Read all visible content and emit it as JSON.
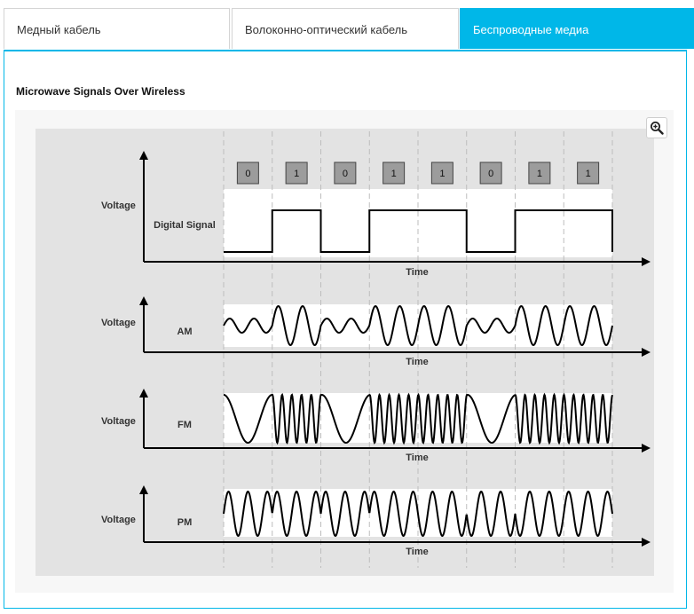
{
  "tabs": [
    {
      "label": "Медный кабель",
      "active": false
    },
    {
      "label": "Волоконно-оптический кабель",
      "active": false
    },
    {
      "label": "Беспроводные медиа",
      "active": true
    }
  ],
  "figure": {
    "title": "Microwave Signals Over Wireless",
    "zoom_icon": "zoom-in-icon",
    "bits": [
      "0",
      "1",
      "0",
      "1",
      "1",
      "0",
      "1",
      "1"
    ],
    "panels": [
      {
        "ylabel": "Voltage",
        "name": "Digital Signal",
        "xlabel": "Time",
        "kind": "digital"
      },
      {
        "ylabel": "Voltage",
        "name": "AM",
        "xlabel": "Time",
        "kind": "am"
      },
      {
        "ylabel": "Voltage",
        "name": "FM",
        "xlabel": "Time",
        "kind": "fm"
      },
      {
        "ylabel": "Voltage",
        "name": "PM",
        "xlabel": "Time",
        "kind": "pm"
      }
    ],
    "colors": {
      "accent": "#00b7e8",
      "frame": "#e3e3e3",
      "signal": "#000000"
    }
  }
}
